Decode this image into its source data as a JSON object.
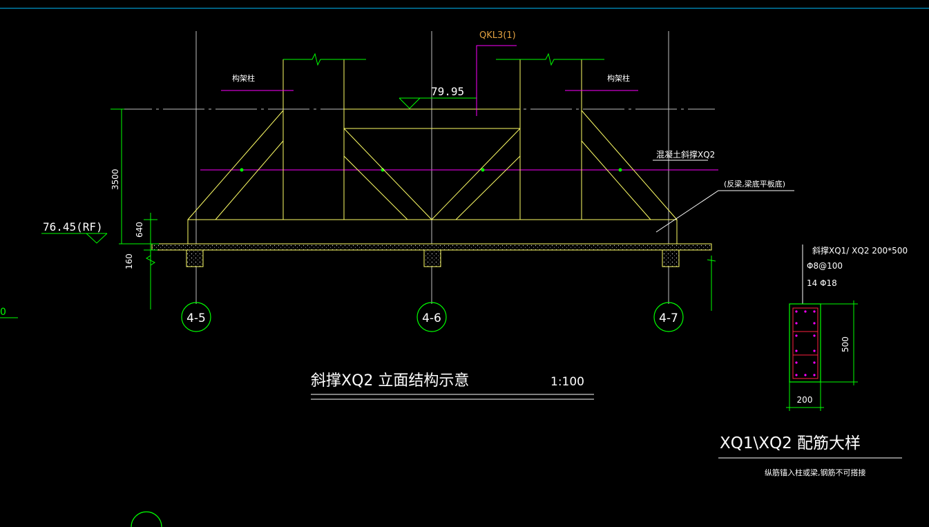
{
  "labels": {
    "beam_tag": "QKL3(1)",
    "col_left": "构架柱",
    "col_right": "构架柱",
    "elev_top": "79.95",
    "elev_rf": "76.45(RF)",
    "brace_label": "混凝土斜撑XQ2",
    "brace_note": "(反梁,梁底平板底)",
    "dim_3500": "3500",
    "dim_640": "640",
    "dim_160": "160",
    "axis_a": "4-5",
    "axis_b": "4-6",
    "axis_c": "4-7",
    "left_edge_fragment": "0",
    "main_title": "斜撑XQ2 立面结构示意",
    "main_scale": "1:100"
  },
  "detail": {
    "header": "斜撑XQ1/ XQ2   200*500",
    "stirrup": "Φ8@100",
    "longitudinal": "14 Φ18",
    "dim_height": "500",
    "dim_width": "200",
    "title": "XQ1\\XQ2 配筋大样",
    "note": "纵筋锚入柱或梁,钢筋不可搭接"
  },
  "colors": {
    "background": "#000000",
    "yellow": "#ffff66",
    "green": "#00ff00",
    "white": "#ffffff",
    "magenta": "#ff00ff",
    "cyan": "#00c0ff",
    "orange": "#e0a040",
    "red": "#ff2040",
    "gray": "#bfbfbf"
  }
}
